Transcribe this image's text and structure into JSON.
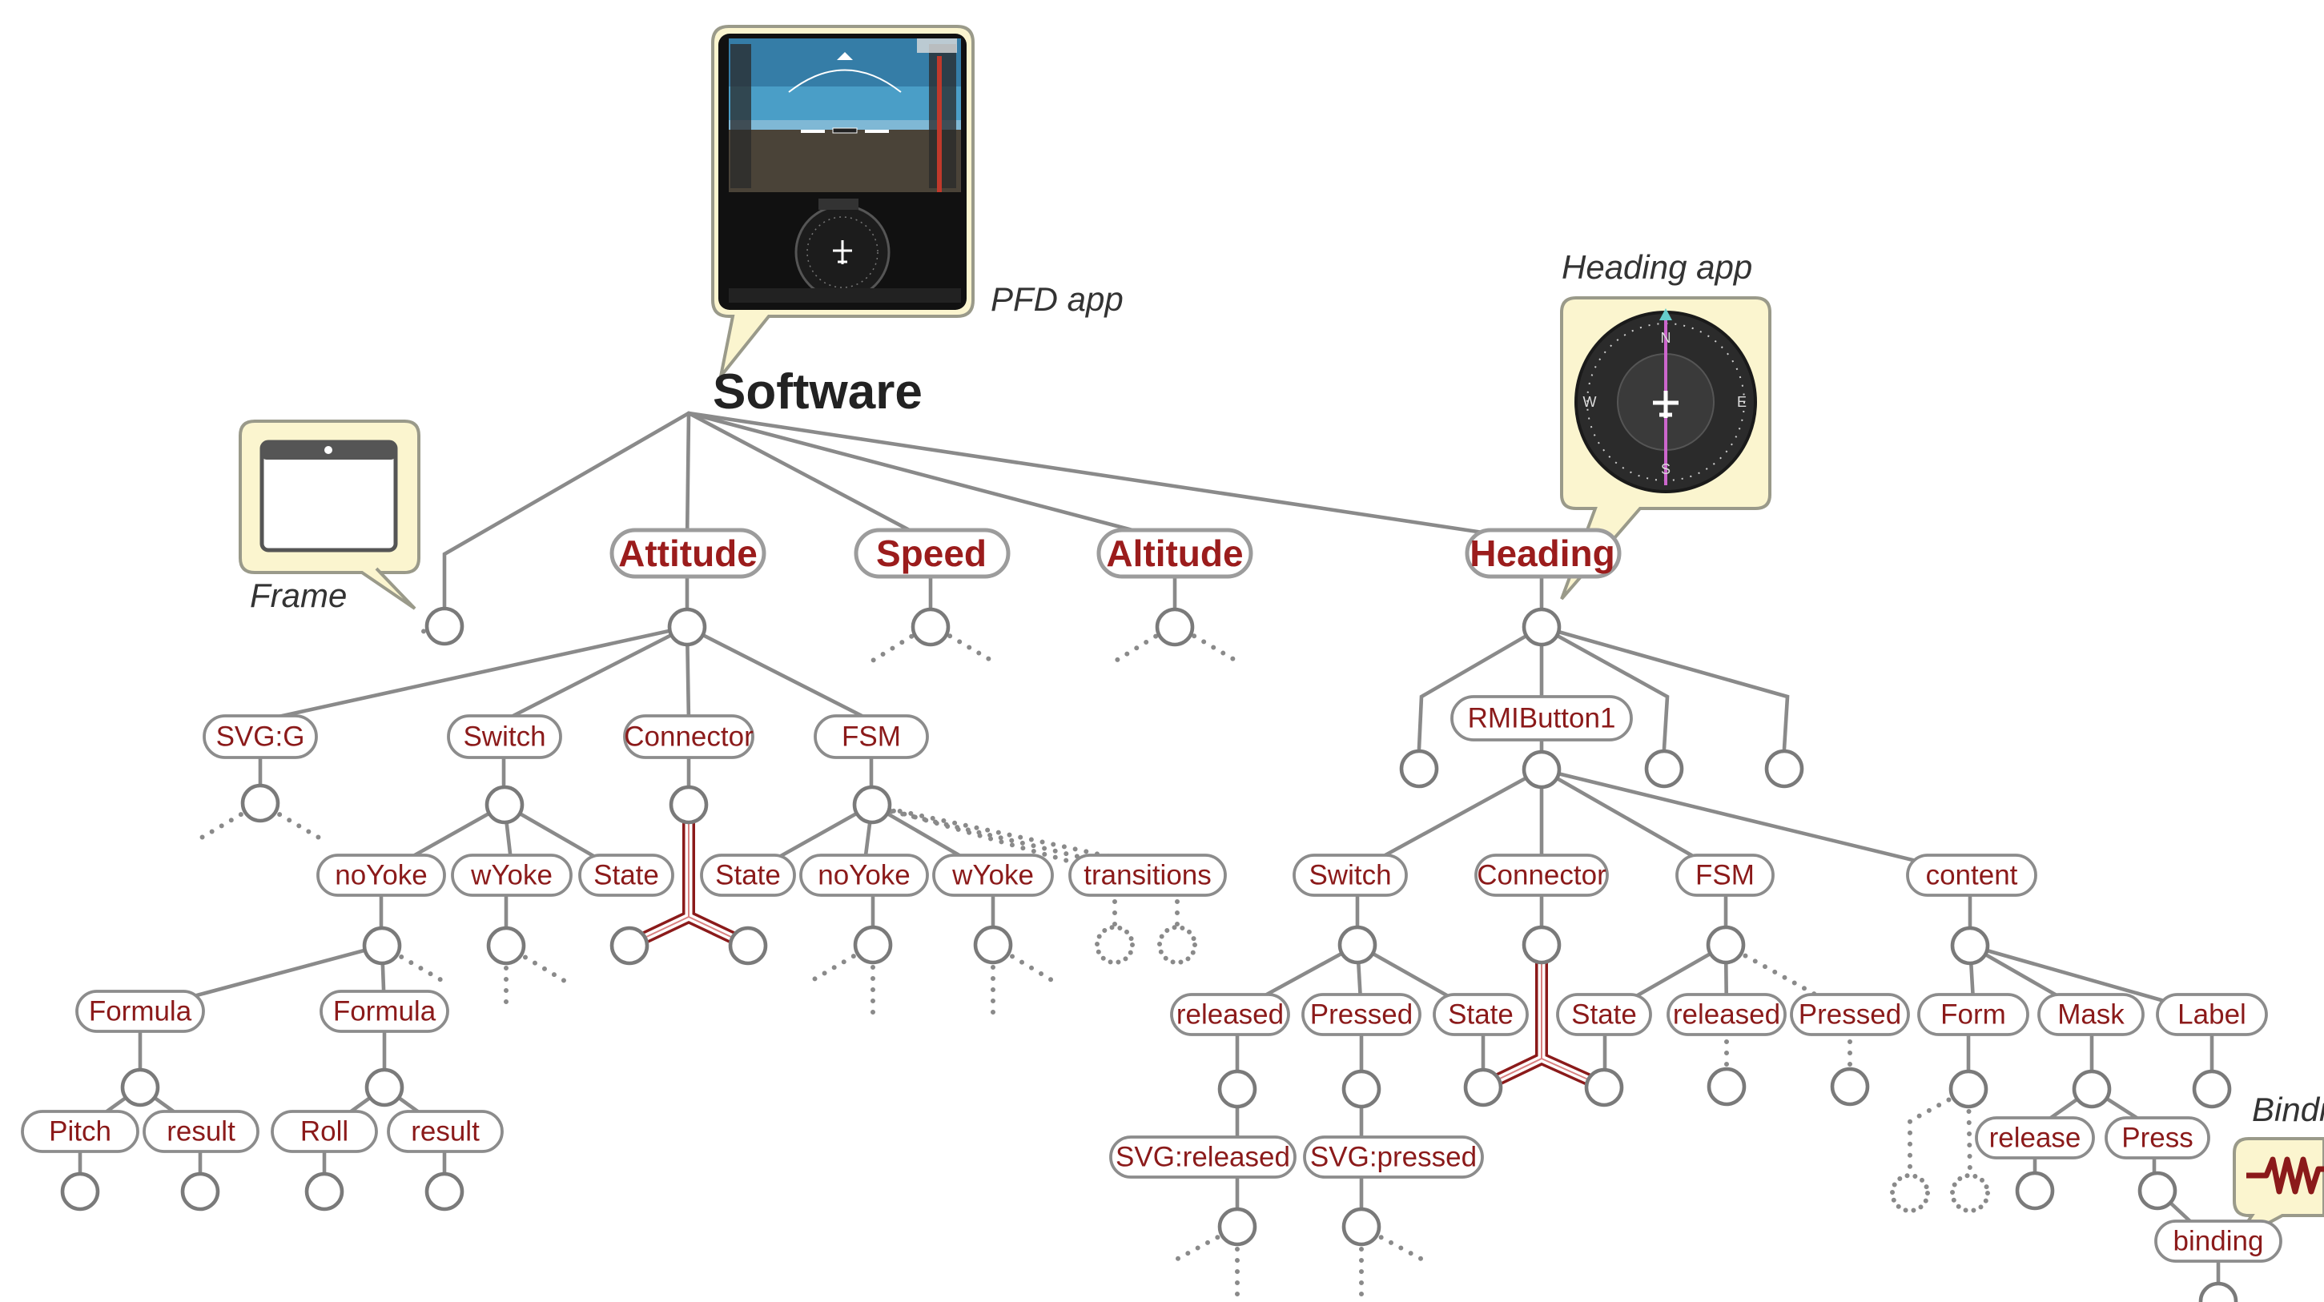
{
  "title": "Software",
  "captions": {
    "pfd": "PFD app",
    "heading": "Heading app",
    "frame": "Frame",
    "binding": "Bindi"
  },
  "components": {
    "attitude": "Attitude",
    "speed": "Speed",
    "altitude": "Altitude",
    "heading": "Heading"
  },
  "attitude_branch": {
    "svg_g": "SVG:G",
    "switch": "Switch",
    "connector": "Connector",
    "fsm": "FSM",
    "no_yoke": "noYoke",
    "w_yoke": "wYoke",
    "state": "State",
    "fsm_state": "State",
    "fsm_no_yoke": "noYoke",
    "fsm_w_yoke": "wYoke",
    "transitions": "transitions",
    "formula_1": "Formula",
    "formula_2": "Formula",
    "pitch": "Pitch",
    "result_1": "result",
    "roll": "Roll",
    "result_2": "result"
  },
  "heading_branch": {
    "rmi_button": "RMIButton1",
    "switch": "Switch",
    "connector": "Connector",
    "fsm": "FSM",
    "content": "content",
    "released": "released",
    "pressed": "Pressed",
    "state": "State",
    "fsm_state": "State",
    "fsm_released": "released",
    "fsm_pressed": "Pressed",
    "form": "Form",
    "mask": "Mask",
    "label": "Label",
    "svg_released": "SVG:released",
    "svg_pressed": "SVG:pressed",
    "release": "release",
    "press": "Press",
    "binding": "binding"
  },
  "colors": {
    "label_red": "#8b1a1a",
    "edge_gray": "#8a8a8a",
    "bubble_fill": "#fbf5cf"
  }
}
